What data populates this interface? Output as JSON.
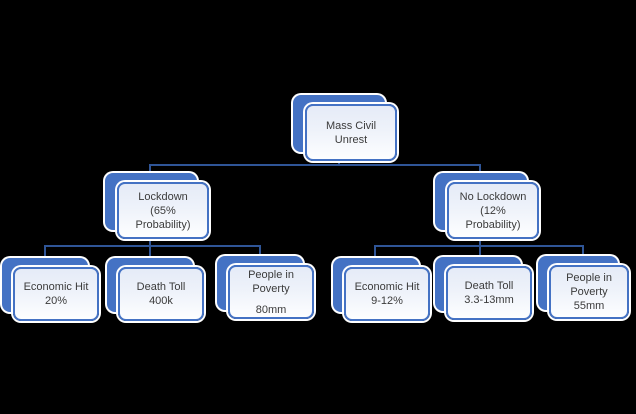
{
  "palette": {
    "background": "#000000",
    "accent_blue": "#4472C4",
    "connector_blue": "#2F5597",
    "card_fill_light": "#EDF1FA",
    "halo_white": "#FFFFFF",
    "text_color": "#3B3B3B"
  },
  "diagram": {
    "type": "hierarchy-tree",
    "nodes": {
      "root": {
        "label": "Mass Civil Unrest",
        "lines": [
          "Mass Civil",
          "Unrest"
        ]
      },
      "lockdown": {
        "label": "Lockdown (65% Probability)",
        "lines": [
          "Lockdown",
          "(65%",
          "Probability)"
        ]
      },
      "no_lockdown": {
        "label": "No Lockdown (12% Probability)",
        "lines": [
          "No Lockdown",
          "(12%",
          "Probability)"
        ]
      },
      "l_econ": {
        "label": "Economic Hit 20%",
        "lines": [
          "Economic Hit",
          "20%"
        ]
      },
      "l_death": {
        "label": "Death Toll 400k",
        "lines": [
          "Death Toll",
          "400k"
        ]
      },
      "l_poverty": {
        "label": "People in Poverty 80mm",
        "lines": [
          "People in",
          "Poverty"
        ],
        "value": "80mm"
      },
      "r_econ": {
        "label": "Economic Hit 9-12%",
        "lines": [
          "Economic Hit",
          "9-12%"
        ]
      },
      "r_death": {
        "label": "Death Toll 3.3-13mm",
        "lines": [
          "Death Toll",
          "3.3-13mm"
        ]
      },
      "r_poverty": {
        "label": "People in Poverty 55mm",
        "lines": [
          "People in",
          "Poverty",
          "55mm"
        ]
      }
    },
    "edges": [
      [
        "root",
        "lockdown"
      ],
      [
        "root",
        "no_lockdown"
      ],
      [
        "lockdown",
        "l_econ"
      ],
      [
        "lockdown",
        "l_death"
      ],
      [
        "lockdown",
        "l_poverty"
      ],
      [
        "no_lockdown",
        "r_econ"
      ],
      [
        "no_lockdown",
        "r_death"
      ],
      [
        "no_lockdown",
        "r_poverty"
      ]
    ]
  }
}
